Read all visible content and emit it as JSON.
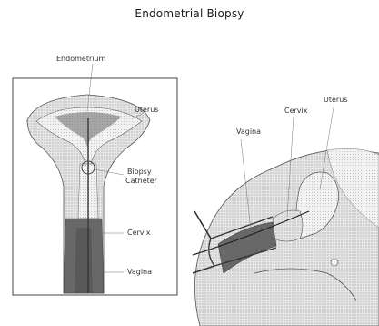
{
  "title": "Endometrial Biopsy",
  "left_panel": {
    "labels": {
      "endometrium": "Endometrium",
      "uterus": "Uterus",
      "biopsy_catheter_line1": "Biopsy",
      "biopsy_catheter_line2": "Catheter",
      "cervix": "Cervix",
      "vagina": "Vagina"
    }
  },
  "right_panel": {
    "labels": {
      "vagina": "Vagina",
      "cervix": "Cervix",
      "uterus": "Uterus"
    }
  }
}
